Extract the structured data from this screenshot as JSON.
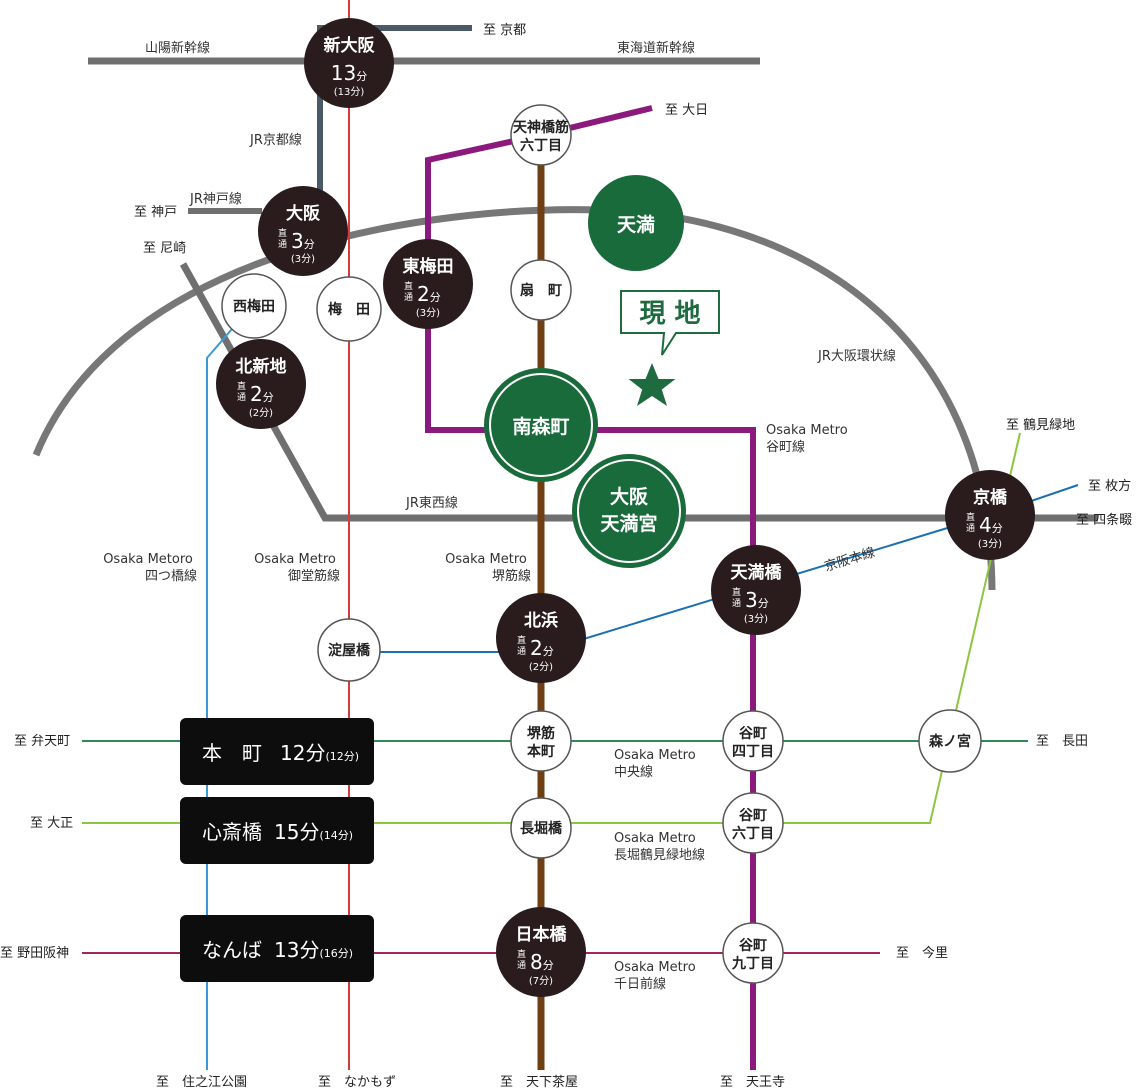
{
  "colors": {
    "shinkansen": "#6f6f6f",
    "jr_loop": "#777777",
    "jr_kyoto": "#4a5a66",
    "midosuji": "#d33c3c",
    "yotsubashi": "#3a9ad6",
    "sakaisuji": "#6e3f12",
    "tanimachi": "#8c1a7e",
    "keihan": "#1a6fb5",
    "chuo": "#2e8b57",
    "nagahori": "#8cc63f",
    "sennichimae": "#a3265a",
    "station_dark": "#2a1c1c",
    "station_green": "#1a6b3c"
  },
  "lines": {
    "sanyo": "山陽新幹線",
    "tokaido": "東海道新幹線",
    "jr_kyoto": "JR京都線",
    "jr_kobe": "JR神戸線",
    "jr_loop": "JR大阪環状線",
    "jr_tozai": "JR東西線",
    "tanimachi": "Osaka Metro\n谷町線",
    "keihan": "京阪本線",
    "yotsubashi": "Osaka Metoro\n四つ橋線",
    "midosuji": "Osaka Metro\n御堂筋線",
    "sakaisuji": "Osaka Metro\n堺筋線",
    "chuo": "Osaka Metro\n中央線",
    "nagahori": "Osaka Metro\n長堀鶴見緑地線",
    "sennichimae": "Osaka Metro\n千日前線"
  },
  "destinations": {
    "kyoto": "至 京都",
    "dainichi": "至 大日",
    "kobe": "至 神戸",
    "amagasaki": "至 尼崎",
    "tsurumi": "至 鶴見緑地",
    "hirakata": "至 枚方",
    "shijonawate": "至 四条畷",
    "bentencho": "至 弁天町",
    "taisho": "至 大正",
    "nodahanshin": "至 野田阪神",
    "nagata": "至　長田",
    "imazato": "至　今里",
    "suminoe": "至　住之江公園",
    "nakamozu": "至　なかもず",
    "tengachaya": "至　天下茶屋",
    "tennoji": "至　天王寺"
  },
  "stations": {
    "shin_osaka": {
      "name": "新大阪",
      "min": "13",
      "unit": "分",
      "note": "(13分)"
    },
    "osaka": {
      "name": "大阪",
      "direct": "直通",
      "min": "3",
      "unit": "分",
      "note": "(3分)"
    },
    "higashi_umeda": {
      "name": "東梅田",
      "direct": "直通",
      "min": "2",
      "unit": "分",
      "note": "(3分)"
    },
    "kitashinchi": {
      "name": "北新地",
      "direct": "直通",
      "min": "2",
      "unit": "分",
      "note": "(2分)"
    },
    "kitahama": {
      "name": "北浜",
      "direct": "直通",
      "min": "2",
      "unit": "分",
      "note": "(2分)"
    },
    "temmabashi": {
      "name": "天満橋",
      "direct": "直通",
      "min": "3",
      "unit": "分",
      "note": "(3分)"
    },
    "kyobashi": {
      "name": "京橋",
      "direct": "直通",
      "min": "4",
      "unit": "分",
      "note": "(3分)"
    },
    "nipponbashi": {
      "name": "日本橋",
      "direct": "直通",
      "min": "8",
      "unit": "分",
      "note": "(7分)"
    },
    "tenjinbashi": "天神橋筋\n六丁目",
    "ogimachi": "扇　町",
    "nishiumeda": "西梅田",
    "umeda": "梅　田",
    "yodoyabashi": "淀屋橋",
    "sakaisuji_hommachi": "堺筋\n本町",
    "nagahoribashi": "長堀橋",
    "tanimachi4": "谷町\n四丁目",
    "tanimachi6": "谷町\n六丁目",
    "tanimachi9": "谷町\n九丁目",
    "morinomiya": "森ノ宮",
    "tenma": "天満",
    "minamimorimachi": "南森町",
    "osaka_tenmangu": "大阪\n天満宮"
  },
  "boxes": [
    {
      "name": "本　町",
      "min": "12分",
      "note": "(12分)"
    },
    {
      "name": "心斎橋",
      "min": "15分",
      "note": "(14分)"
    },
    {
      "name": "なんば",
      "min": "13分",
      "note": "(16分)"
    }
  ],
  "genchi": "現 地"
}
